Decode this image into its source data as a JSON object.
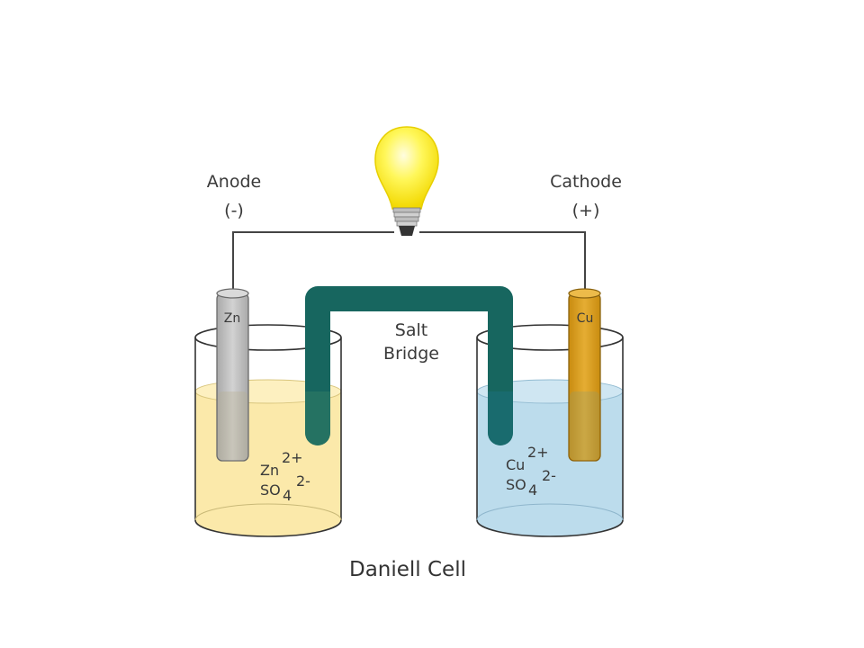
{
  "diagram": {
    "title": "Daniell Cell",
    "anode": {
      "label": "Anode",
      "sign": "(-)",
      "electrode": "Zn"
    },
    "cathode": {
      "label": "Cathode",
      "sign": "(+)",
      "electrode": "Cu"
    },
    "salt_bridge": {
      "line1": "Salt",
      "line2": "Bridge"
    },
    "left_solution": {
      "cation": "Zn",
      "cation_charge": "2+",
      "anion": "SO",
      "anion_sub": "4",
      "anion_charge": "2-"
    },
    "right_solution": {
      "cation": "Cu",
      "cation_charge": "2+",
      "anion": "SO",
      "anion_sub": "4",
      "anion_charge": "2-"
    },
    "colors": {
      "zinc_solution": "#fbe9aa",
      "copper_solution": "#bcdcec",
      "salt_bridge": "#17665f",
      "zinc_electrode": "#c2c2c2",
      "copper_electrode": "#d8a021",
      "bulb": "#fff23a",
      "wire": "#444444"
    }
  }
}
